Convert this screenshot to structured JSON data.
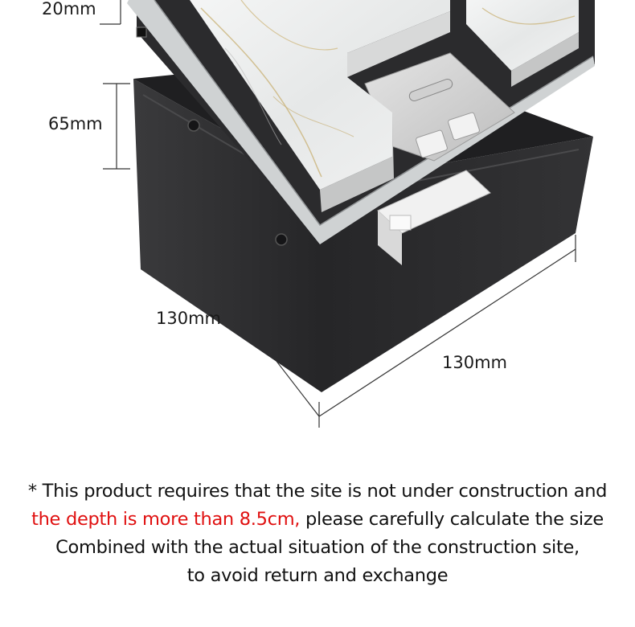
{
  "figure": {
    "dimension_labels": {
      "top_frame": "20mm",
      "box_height": "65mm",
      "width_left": "130mm",
      "width_right": "130mm"
    },
    "colors": {
      "box_body": "#2b2b2d",
      "box_shadow_side": "#1c1c1e",
      "marble": "#eef0f0",
      "frame_silver": "#c9cccd",
      "socket_panel": "#d6d6d6",
      "warning_text": "#e01010"
    }
  },
  "note": {
    "line1": "* This product requires that the site is not under construction and",
    "line2_highlight": "the depth is more than 8.5cm,",
    "line2_rest": " please carefully calculate the size",
    "line3": "Combined with the actual situation of the construction site,",
    "line4": "to avoid return and exchange"
  }
}
